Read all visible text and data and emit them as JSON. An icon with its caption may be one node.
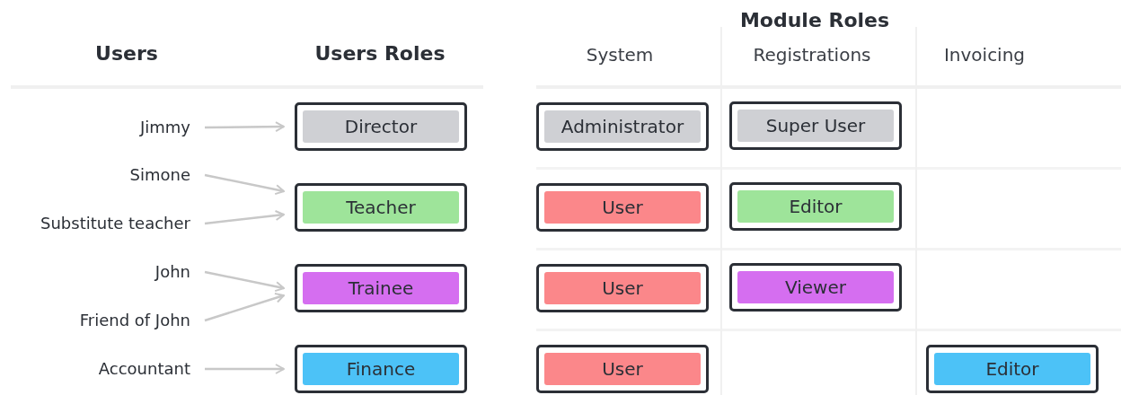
{
  "diagram": {
    "nodes": [
      {
        "text": [
          "Jimmy"
        ]
      },
      {
        "text": [
          "Simone"
        ]
      },
      {
        "text": [
          "Substitute teacher"
        ]
      },
      {
        "text": [
          "John"
        ]
      },
      {
        "text": [
          "Friend of John"
        ]
      },
      {
        "text": [
          "Accountant"
        ]
      },
      {
        "text": [
          "Director"
        ]
      },
      {
        "text": [
          "Teacher"
        ]
      },
      {
        "text": [
          "Trainee"
        ]
      },
      {
        "text": [
          "Finance"
        ]
      },
      {
        "text": [
          "Administrator"
        ]
      },
      {
        "text": [
          "Super User"
        ]
      },
      {
        "text": [
          "User"
        ]
      },
      {
        "text": [
          "Editor"
        ]
      },
      {
        "text": [
          "User"
        ]
      },
      {
        "text": [
          "Viewer"
        ]
      },
      {
        "text": [
          "User"
        ]
      },
      {
        "text": [
          "Editor"
        ]
      }
    ],
    "edges": [
      {
        "from": 0,
        "to": 6,
        "arrow": "to"
      },
      {
        "from": 1,
        "to": 7,
        "arrow": "to"
      },
      {
        "from": 2,
        "to": 7,
        "arrow": "to"
      },
      {
        "from": 3,
        "to": 8,
        "arrow": "to"
      },
      {
        "from": 4,
        "to": 8,
        "arrow": "to"
      },
      {
        "from": 5,
        "to": 9,
        "arrow": "to"
      }
    ],
    "labels": [
      "Module Roles",
      "Users",
      "Users Roles",
      "System",
      "Registrations",
      "Invoicing"
    ]
  }
}
